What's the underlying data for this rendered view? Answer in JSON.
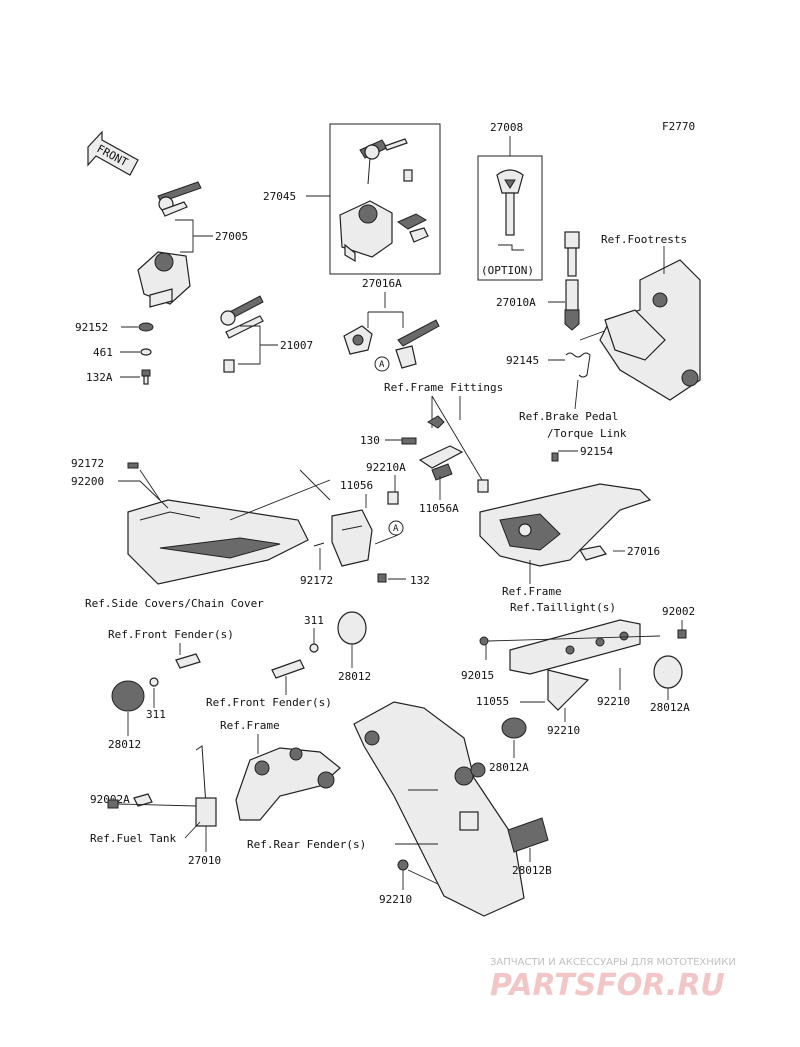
{
  "figure_code": "F2770",
  "front_arrow": "FRONT",
  "option_label": "(OPTION)",
  "circle_marker": "A",
  "parts": {
    "p27008": "27008",
    "p27045": "27045",
    "p27005": "27005",
    "p27016A": "27016A",
    "p21007": "21007",
    "p92152": "92152",
    "p461": "461",
    "p132A": "132A",
    "p27010A": "27010A",
    "p92145": "92145",
    "p130": "130",
    "p92210A": "92210A",
    "p11056": "11056",
    "p11056A": "11056A",
    "p92154": "92154",
    "p92172a": "92172",
    "p92200": "92200",
    "p92172b": "92172",
    "p132": "132",
    "p27016": "27016",
    "p92002": "92002",
    "p311a": "311",
    "p28012a": "28012",
    "p311b": "311",
    "p28012b": "28012",
    "p92015": "92015",
    "p11055": "11055",
    "p92210a": "92210",
    "p28012A1": "28012A",
    "p92210b": "92210",
    "p28012A2": "28012A",
    "p92002A": "92002A",
    "p27010": "27010",
    "p28012B": "28012B",
    "p92210c": "92210"
  },
  "refs": {
    "footrests": "Ref.Footrests",
    "brake1": "Ref.Brake Pedal",
    "brake2": "/Torque Link",
    "frame_fittings": "Ref.Frame Fittings",
    "side_covers": "Ref.Side Covers/Chain Cover",
    "frame1": "Ref.Frame",
    "taillights": "Ref.Taillight(s)",
    "front_fender1": "Ref.Front Fender(s)",
    "front_fender2": "Ref.Front Fender(s)",
    "frame2": "Ref.Frame",
    "fuel_tank": "Ref.Fuel Tank",
    "rear_fender": "Ref.Rear Fender(s)"
  },
  "watermark": {
    "line1": "ЗАПЧАСТИ И АКСЕССУАРЫ ДЛЯ МОТОТЕХНИКИ",
    "line2": "PARTSFOR.RU"
  }
}
